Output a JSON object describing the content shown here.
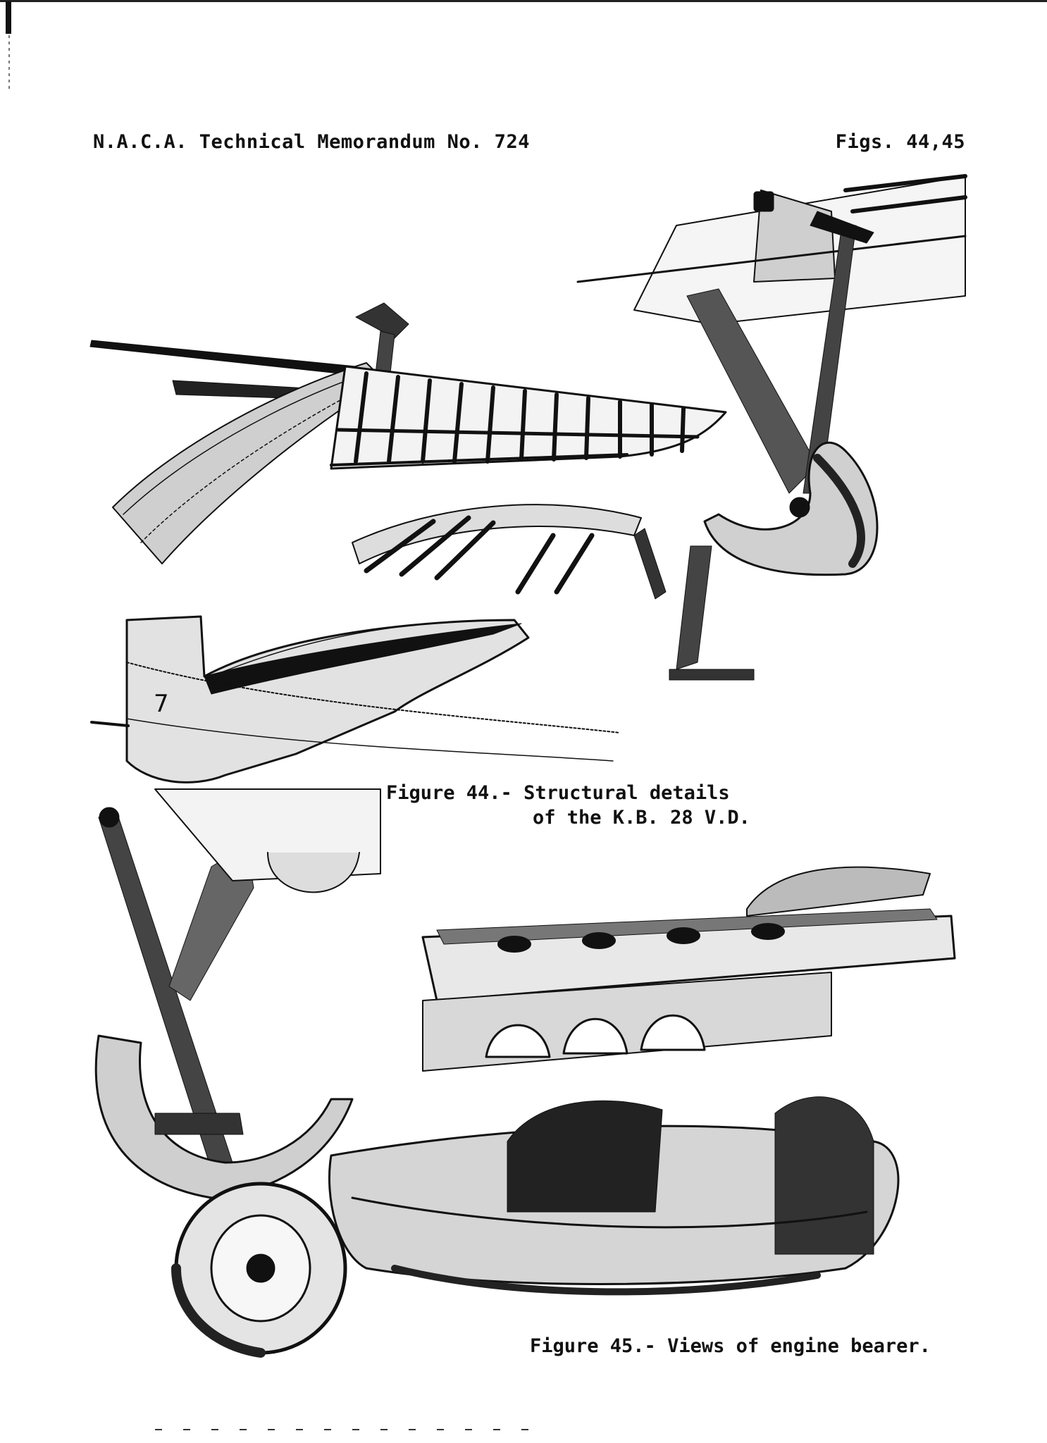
{
  "header": {
    "memo_title": "N.A.C.A. Technical Memorandum No. 724",
    "figure_ref": "Figs. 44,45"
  },
  "figure44": {
    "caption_line1": "Figure 44.- Structural details",
    "caption_line2": "of the K.B. 28 V.D."
  },
  "figure45": {
    "caption": "Figure 45.- Views of engine bearer."
  },
  "colors": {
    "ink": "#111111",
    "paper": "#ffffff"
  }
}
